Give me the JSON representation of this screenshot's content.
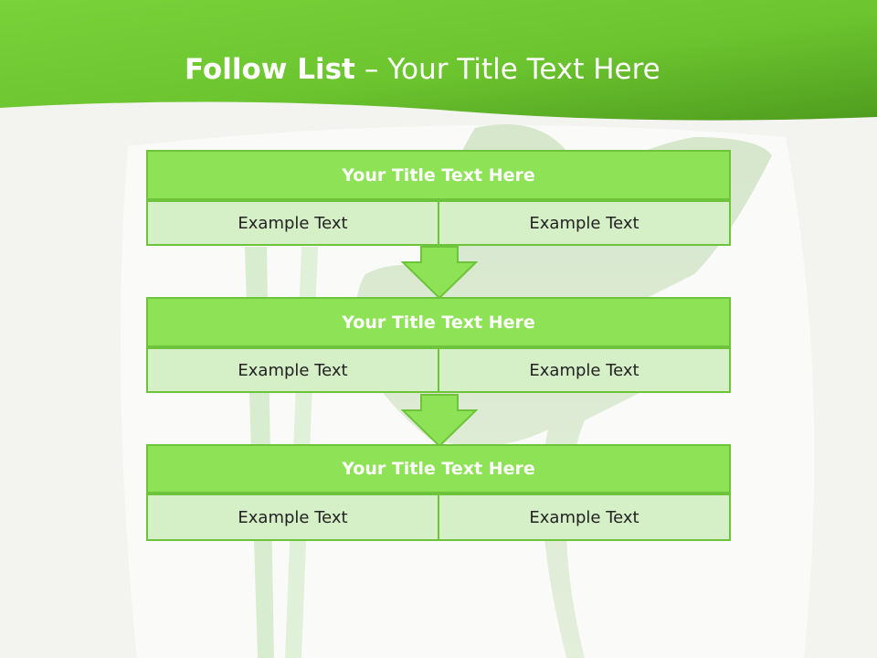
{
  "slide": {
    "title_bold": "Follow List",
    "title_dash": "–",
    "title_rest": "Your Title Text Here"
  },
  "blocks": [
    {
      "title": "Your Title Text Here",
      "left": "Example Text",
      "right": "Example Text"
    },
    {
      "title": "Your Title Text Here",
      "left": "Example Text",
      "right": "Example Text"
    },
    {
      "title": "Your Title Text Here",
      "left": "Example Text",
      "right": "Example Text"
    }
  ],
  "colors": {
    "header_green": "#5fb82a",
    "box_green": "#8ee256",
    "cell_green": "#d5efc6",
    "border_green": "#6dc43a",
    "background": "#f4f5f1"
  },
  "icons": [
    "down-arrow-icon",
    "down-arrow-icon"
  ]
}
